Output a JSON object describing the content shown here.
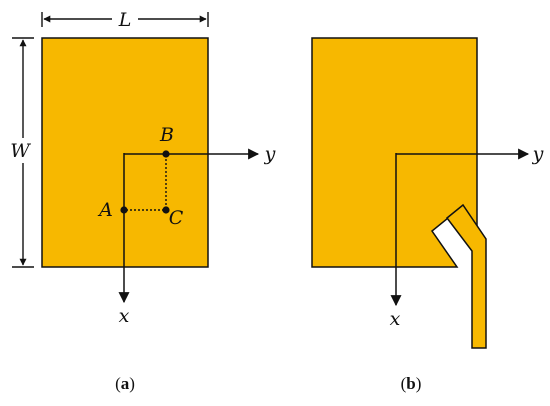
{
  "colors": {
    "patch": "#F7B800",
    "outline": "#111111"
  },
  "panel_a": {
    "dimension_length": "L",
    "dimension_width": "W",
    "axis_x": "x",
    "axis_y": "y",
    "point_a": "A",
    "point_b": "B",
    "point_c": "C",
    "caption_open": "(",
    "caption_letter": "a",
    "caption_close": ")"
  },
  "panel_b": {
    "axis_x": "x",
    "axis_y": "y",
    "caption_open": "(",
    "caption_letter": "b",
    "caption_close": ")"
  }
}
